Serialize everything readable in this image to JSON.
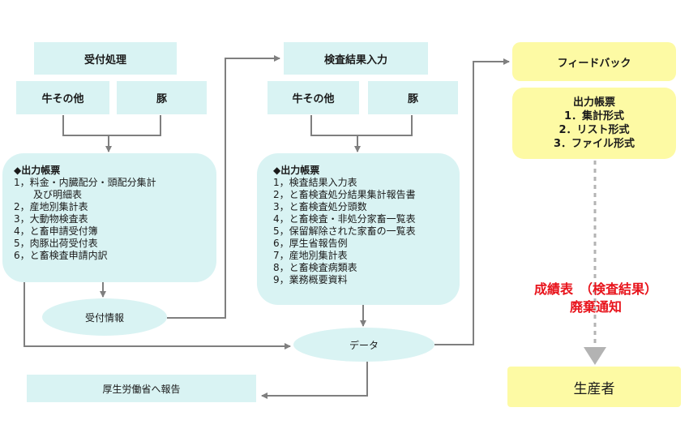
{
  "col1": {
    "title": "受付処理",
    "cattle": "牛その他",
    "pig": "豚",
    "list_head": "◆出力帳票",
    "items": [
      "1，料金・内臓配分・頭配分集計",
      "　　及び明細表",
      "2，産地別集計表",
      "3，大動物検査表",
      "4，と畜申請受付簿",
      "5，肉豚出荷受付表",
      "6，と畜検査申請内訳"
    ],
    "ellipse": "受付情報"
  },
  "col2": {
    "title": "検査結果入力",
    "cattle": "牛その他",
    "pig": "豚",
    "list_head": "◆出力帳票",
    "items": [
      "1，検査結果入力表",
      "2，と畜検査処分結果集計報告書",
      "3，と畜検査処分頭数",
      "4，と畜検査・非処分家畜一覧表",
      "5，保留解除された家畜の一覧表",
      "6，厚生省報告例",
      "7，産地別集計表",
      "8，と畜検査病類表",
      "9，業務概要資料"
    ],
    "ellipse": "データ"
  },
  "report": "厚生労働省へ報告",
  "col3": {
    "feedback": "フィードバック",
    "out_title": "出力帳票",
    "out_items": [
      "1．集計形式",
      "2．リスト形式",
      "3．ファイル形式"
    ],
    "notice_line1": "成績表　（検査結果）",
    "notice_line2": "廃棄通知",
    "producer": "生産者"
  },
  "colors": {
    "cyan": "#d9f3f3",
    "yellow": "#fdfaa4",
    "red_text": "#e8141c",
    "line": "#7f7f7f"
  }
}
